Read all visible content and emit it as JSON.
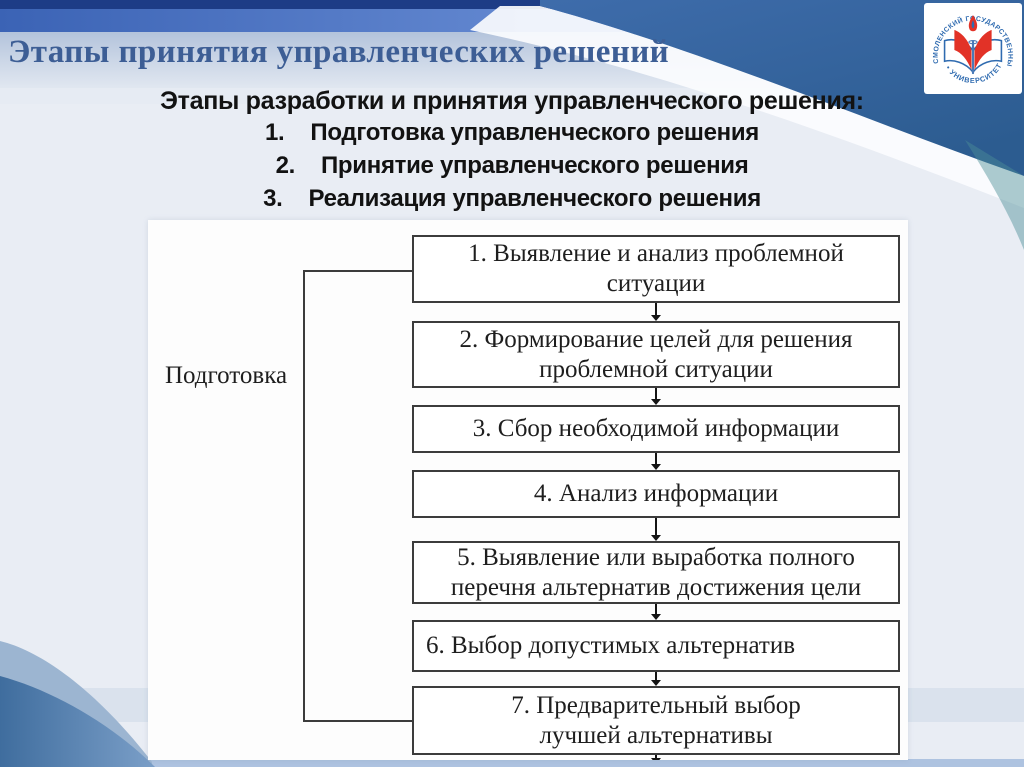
{
  "page": {
    "title": "Этапы принятия управленческих решений"
  },
  "logo": {
    "arc_top": "СМОЛЕНСКИЙ ГОСУДАРСТВЕННЫЙ",
    "arc_bottom": "• УНИВЕРСИТЕТ •"
  },
  "intro": {
    "heading": "Этапы разработки и принятия управленческого решения:",
    "items": [
      {
        "num": "1.",
        "text": "Подготовка управленческого решения"
      },
      {
        "num": "2.",
        "text": "Принятие управленческого решения"
      },
      {
        "num": "3.",
        "text": "Реализация управленческого решения"
      }
    ]
  },
  "flowchart": {
    "group_label": "Подготовка",
    "boxes": [
      {
        "text": "1. Выявление и анализ проблемной\nситуации"
      },
      {
        "text": "2. Формирование целей для решения\nпроблемной ситуации"
      },
      {
        "text": "3. Сбор необходимой информации"
      },
      {
        "text": "4. Анализ информации"
      },
      {
        "text": "5. Выявление или выработка полного\nперечня альтернатив достижения цели"
      },
      {
        "text": "6. Выбор допустимых альтернатив"
      },
      {
        "text": "7. Предварительный выбор\nлучшей альтернативы"
      }
    ]
  },
  "colors": {
    "title_text": "#3d5e95",
    "top_navy_strip": "#1d3c86",
    "top_blue_band": "#4a72c4",
    "corner_wedge_blue": "#35679f",
    "light_band": "#ccd7e7",
    "background": "#e9edf4",
    "box_border": "#3c3c3c",
    "box_text": "#1e1e1e",
    "wave_blue": "#4f7fae",
    "bottom_strip": "#aec3e0",
    "logo_blue": "#2f6bb0",
    "logo_red": "#e23227"
  }
}
